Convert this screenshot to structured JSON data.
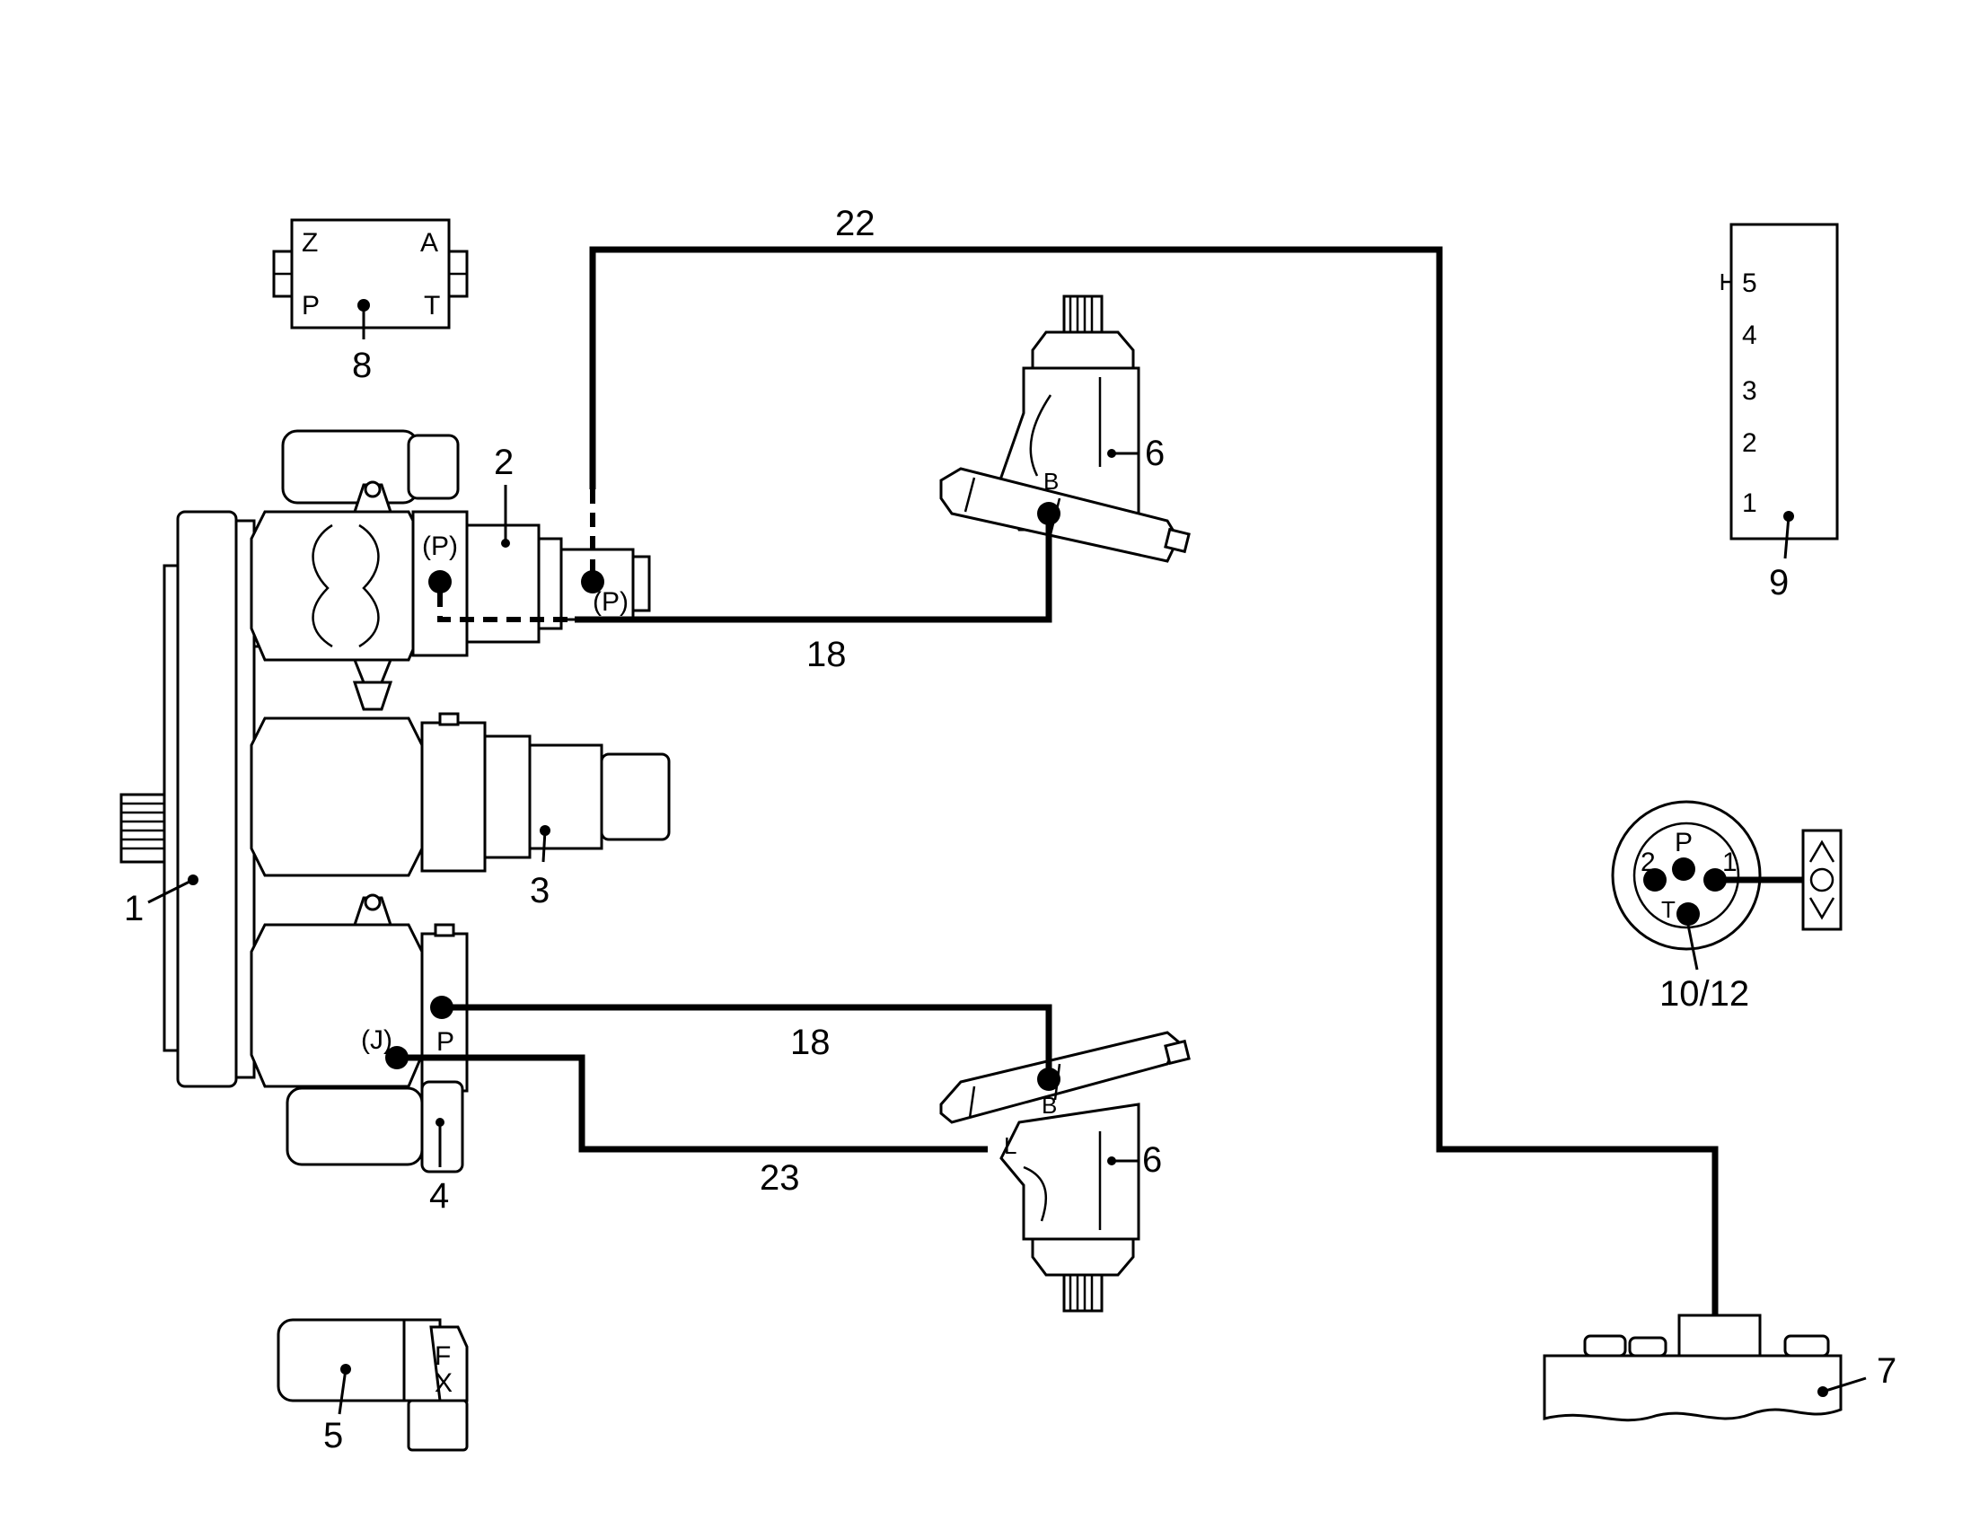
{
  "components": {
    "c1": {
      "label": "1"
    },
    "c2": {
      "label": "2"
    },
    "c3": {
      "label": "3"
    },
    "c4": {
      "label": "4"
    },
    "c5": {
      "label": "5"
    },
    "c6a": {
      "label": "6"
    },
    "c6b": {
      "label": "6"
    },
    "c7": {
      "label": "7"
    },
    "c8": {
      "label": "8"
    },
    "c9": {
      "label": "9"
    },
    "c10": {
      "label": "10/12"
    }
  },
  "lines": {
    "l22": "22",
    "l18a": "18",
    "l18b": "18",
    "l23": "23"
  },
  "ports": {
    "valve8": {
      "z": "Z",
      "a": "A",
      "p": "P",
      "t": "T"
    },
    "pump2_p": "(P)",
    "block_p": "(P)",
    "motor_top_b": "B",
    "pump4_p": "P",
    "pump4_j": "(J)",
    "motor_bot_b": "B",
    "motor_bot_l": "L",
    "motor5_f": "F",
    "motor5_x": "X",
    "strip9": [
      "5",
      "4",
      "3",
      "2",
      "1"
    ],
    "joy": {
      "p": "P",
      "t": "T",
      "n1": "1",
      "n2": "2"
    }
  }
}
